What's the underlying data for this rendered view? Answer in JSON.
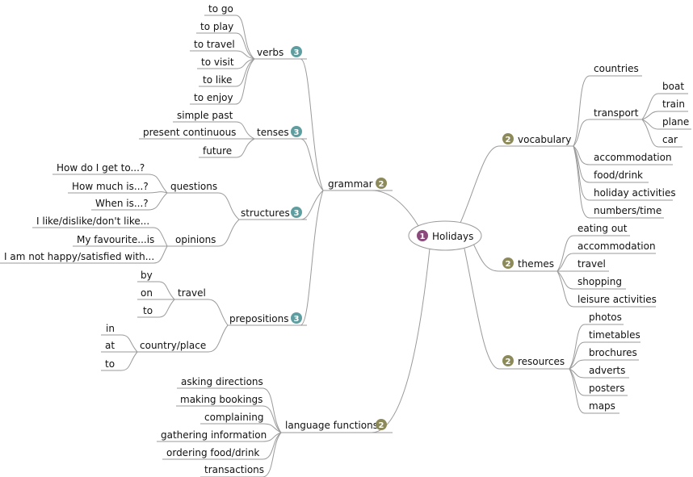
{
  "central": {
    "label": "Holidays",
    "level": "1"
  },
  "badge_colors": {
    "1": "#8a4a7c",
    "2": "#8d8a5a",
    "3": "#5f9ea0"
  },
  "left": {
    "grammar": {
      "label": "grammar",
      "level": "2",
      "verbs": {
        "label": "verbs",
        "level": "3",
        "items": [
          "to go",
          "to play",
          "to travel",
          "to visit",
          "to like",
          "to enjoy"
        ]
      },
      "tenses": {
        "label": "tenses",
        "level": "3",
        "items": [
          "simple past",
          "present continuous",
          "future"
        ]
      },
      "structures": {
        "label": "structures",
        "level": "3",
        "questions": {
          "label": "questions",
          "items": [
            "How do I get to...?",
            "How much is...?",
            "When is...?"
          ]
        },
        "opinions": {
          "label": "opinions",
          "items": [
            "I like/dislike/don't like...",
            "My favourite...is",
            "I am not happy/satisfied with..."
          ]
        }
      },
      "prepositions": {
        "label": "prepositions",
        "level": "3",
        "travel": {
          "label": "travel",
          "items": [
            "by",
            "on",
            "to"
          ]
        },
        "place": {
          "label": "country/place",
          "items": [
            "in",
            "at",
            "to"
          ]
        }
      }
    },
    "language_functions": {
      "label": "language functions",
      "level": "2",
      "items": [
        "asking directions",
        "making bookings",
        "complaining",
        "gathering information",
        "ordering food/drink",
        "transactions"
      ]
    }
  },
  "right": {
    "vocabulary": {
      "label": "vocabulary",
      "level": "2",
      "countries": "countries",
      "transport": {
        "label": "transport",
        "items": [
          "boat",
          "train",
          "plane",
          "car"
        ]
      },
      "items": [
        "accommodation",
        "food/drink",
        "holiday activities",
        "numbers/time"
      ]
    },
    "themes": {
      "label": "themes",
      "level": "2",
      "items": [
        "eating out",
        "accommodation",
        "travel",
        "shopping",
        "leisure activities"
      ]
    },
    "resources": {
      "label": "resources",
      "level": "2",
      "items": [
        "photos",
        "timetables",
        "brochures",
        "adverts",
        "posters",
        "maps"
      ]
    }
  }
}
